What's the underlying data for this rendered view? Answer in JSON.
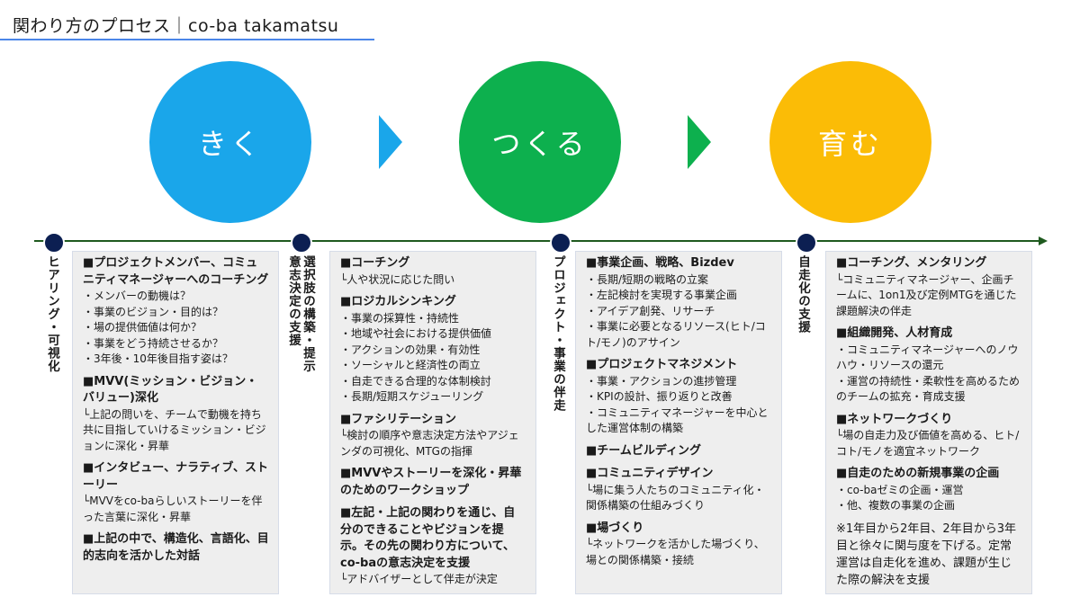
{
  "title": "関わり方のプロセス｜co-ba takamatsu",
  "colors": {
    "listen": "#1aa6ea",
    "make": "#0db04e",
    "grow": "#fbbc06",
    "dot": "#0c1f52",
    "timeline": "#1f5a1f",
    "title_rule": "#4a86e8"
  },
  "circles": [
    {
      "label": "きく"
    },
    {
      "label": "つくる"
    },
    {
      "label": "育む"
    }
  ],
  "phases": [
    {
      "label": "ヒアリング・可視化"
    },
    {
      "label": "選択肢の構築・提示 意志決定の支援"
    },
    {
      "label": "プロジェクト・事業の伴走"
    },
    {
      "label": "自走化の支援"
    }
  ],
  "panels": [
    {
      "sections": [
        {
          "heading": "■プロジェクトメンバー、コミュニティマネージャーへのコーチング",
          "lines": [
            "・メンバーの動機は？",
            "・事業のビジョン・目的は？",
            "・場の提供価値は何か？",
            "・事業をどう持続させるか？",
            "・3年後・10年後目指す姿は？"
          ]
        },
        {
          "heading": "■MVV(ミッション・ビジョン・バリュー)深化",
          "lines": [
            "└上記の問いを、チームで動機を持ち共に目指していけるミッション・ビジョンに深化・昇華"
          ]
        },
        {
          "heading": "■インタビュー、ナラティブ、ストーリー",
          "lines": [
            "└MVVをco-baらしいストーリーを伴った言葉に深化・昇華"
          ]
        },
        {
          "heading": "■上記の中で、構造化、言語化、目的志向を活かした対話",
          "lines": []
        }
      ]
    },
    {
      "sections": [
        {
          "heading": "■コーチング",
          "lines": [
            "└人や状況に応じた問い"
          ]
        },
        {
          "heading": "■ロジカルシンキング",
          "lines": [
            "・事業の採算性・持続性",
            "・地域や社会における提供価値",
            "・アクションの効果・有効性",
            "・ソーシャルと経済性の両立",
            "・自走できる合理的な体制検討",
            "・長期/短期スケジューリング"
          ]
        },
        {
          "heading": "■ファシリテーション",
          "lines": [
            "└検討の順序や意志決定方法やアジェンダの可視化、MTGの指揮"
          ]
        },
        {
          "heading": "■MVVやストーリーを深化・昇華のためのワークショップ",
          "lines": []
        },
        {
          "heading": "■左記・上記の関わりを通じ、自分のできることやビジョンを提示。その先の関わり方について、co-baの意志決定を支援",
          "lines": [
            "└アドバイザーとして伴走が決定"
          ]
        }
      ]
    },
    {
      "sections": [
        {
          "heading": "■事業企画、戦略、Bizdev",
          "lines": [
            "・長期/短期の戦略の立案",
            "・左記検討を実現する事業企画",
            "・アイデア創発、リサーチ",
            "・事業に必要となるリソース(ヒト/コト/モノ)のアサイン"
          ]
        },
        {
          "heading": "■プロジェクトマネジメント",
          "lines": [
            "・事業・アクションの進捗管理",
            "・KPIの設計、振り返りと改善",
            "・コミュニティマネージャーを中心とした運営体制の構築"
          ]
        },
        {
          "heading": "■チームビルディング",
          "lines": []
        },
        {
          "heading": "■コミュニティデザイン",
          "lines": [
            "└場に集う人たちのコミュニティ化・関係構築の仕組みづくり"
          ]
        },
        {
          "heading": "■場づくり",
          "lines": [
            "└ネットワークを活かした場づくり、場との関係構築・接続"
          ]
        }
      ]
    },
    {
      "sections": [
        {
          "heading": "■コーチング、メンタリング",
          "lines": [
            "└コミュニティマネージャー、企画チームに、1on1及び定例MTGを通じた課題解決の伴走"
          ]
        },
        {
          "heading": "■組織開発、人材育成",
          "lines": [
            "・コミュニティマネージャーへのノウハウ・リソースの還元",
            "・運営の持続性・柔軟性を高めるためのチームの拡充・育成支援"
          ]
        },
        {
          "heading": "■ネットワークづくり",
          "lines": [
            "└場の自走力及び価値を高める、ヒト/コト/モノを適宜ネットワーク"
          ]
        },
        {
          "heading": "■自走のための新規事業の企画",
          "lines": [
            "・co-baゼミの企画・運営",
            "・他、複数の事業の企画"
          ]
        }
      ],
      "note": "※1年目から2年目、2年目から3年目と徐々に関与度を下げる。定常運営は自走化を進め、課題が生じた際の解決を支援"
    }
  ]
}
